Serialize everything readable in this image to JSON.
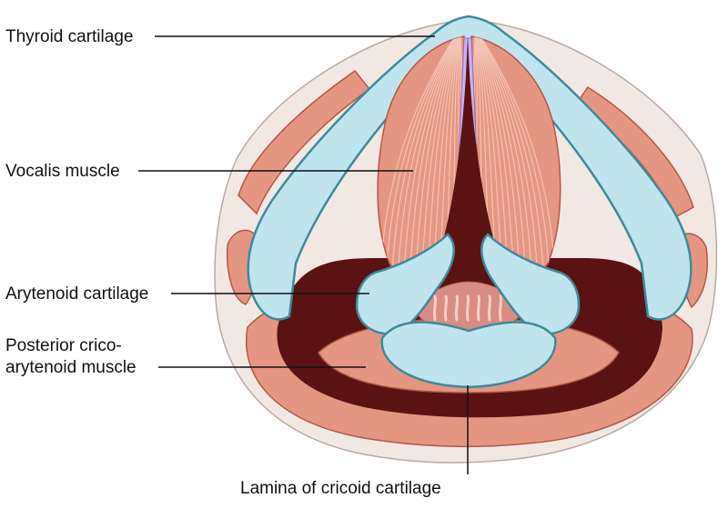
{
  "labels": {
    "thyroid": "Thyroid cartilage",
    "vocalis": "Vocalis muscle",
    "arytenoid": "Arytenoid cartilage",
    "posterior_line1": "Posterior crico-",
    "posterior_line2": "arytenoid muscle",
    "lamina": "Lamina of cricoid cartilage"
  },
  "colors": {
    "cartilage": "#bfe4ee",
    "cartilage_outline": "#3f8a9a",
    "muscle": "#e59682",
    "muscle_fiber": "#f4c3b4",
    "muscle_outline": "#b45746",
    "fat_tissue": "#f1e8e4",
    "cavity": "#5a1212",
    "vocal_ligament": "#cdb0ee",
    "mucosa": "#d98c83"
  }
}
